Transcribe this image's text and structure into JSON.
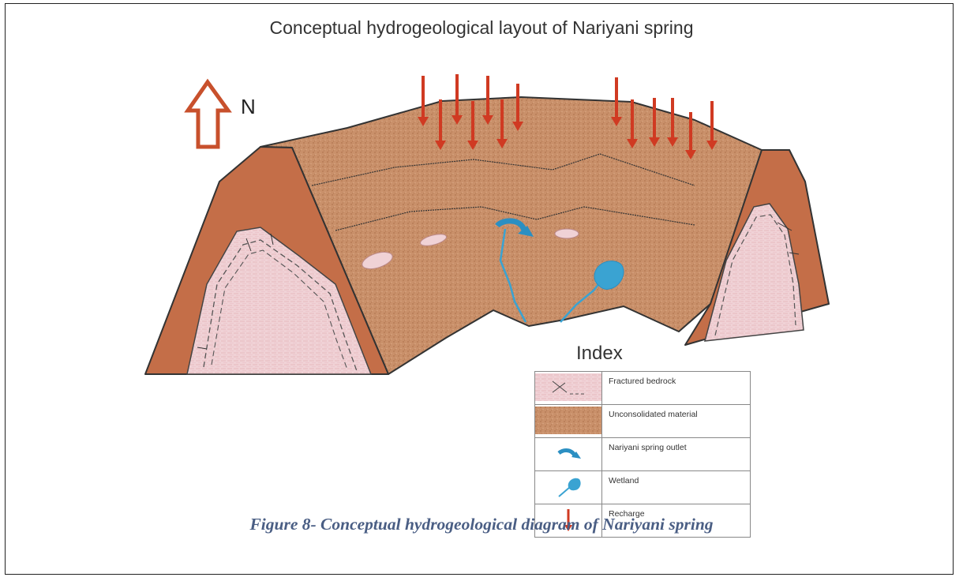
{
  "title": "Conceptual hydrogeological layout of Nariyani spring",
  "north_label": "N",
  "index_title": "Index",
  "legend": [
    {
      "label": "Fractured bedrock",
      "icon": "fractured-bedrock-swatch"
    },
    {
      "label": "Unconsolidated  material",
      "icon": "unconsolidated-material-swatch"
    },
    {
      "label": "Nariyani spring outlet",
      "icon": "spring-outlet-arrow-icon"
    },
    {
      "label": "Wetland",
      "icon": "wetland-icon"
    },
    {
      "label": "Recharge",
      "icon": "recharge-arrow-icon"
    }
  ],
  "caption": "Figure 8- Conceptual hydrogeological diagram of Nariyani spring",
  "colors": {
    "soil": "#c9906a",
    "soil_dark": "#b8774d",
    "bedrock": "#f0d2d6",
    "rock_rim": "#c46e48",
    "water": "#3aa3d2",
    "recharge": "#d03a22",
    "caption": "#4a5e84"
  }
}
